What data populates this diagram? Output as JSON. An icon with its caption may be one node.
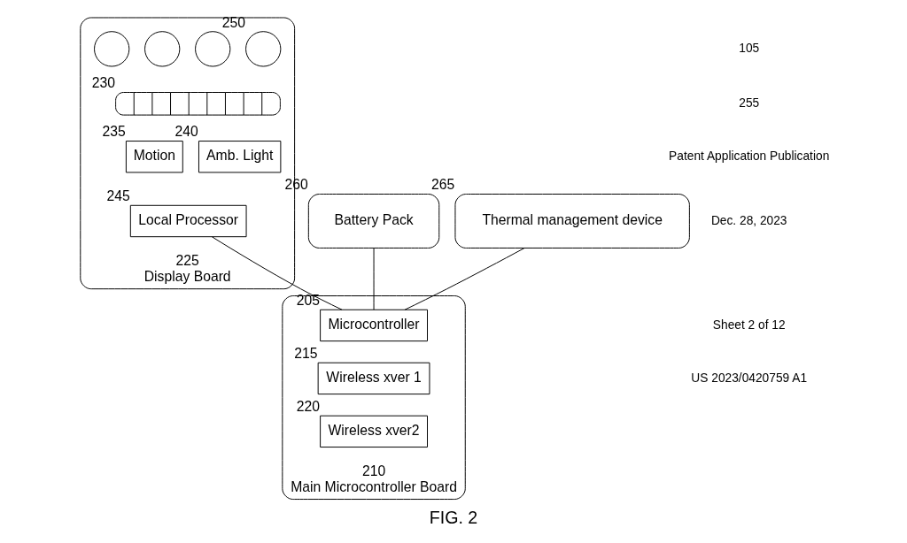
{
  "diagram": {
    "caption": "FIG. 2",
    "nodes": [
      {
        "text": [
          "Display Board"
        ],
        "beside": [
          "225"
        ]
      },
      {
        "text": [],
        "shape": "circle",
        "in": 0,
        "beside": [
          "250"
        ]
      },
      {
        "text": [],
        "shape": "circle",
        "in": 0
      },
      {
        "text": [],
        "shape": "circle",
        "in": 0
      },
      {
        "text": [],
        "shape": "circle",
        "in": 0
      },
      {
        "text": [],
        "shape": "bar",
        "in": 0,
        "beside": [
          "230"
        ]
      },
      {
        "text": [
          "Motion"
        ],
        "in": 0,
        "beside": [
          "235"
        ]
      },
      {
        "text": [
          "Amb. Light"
        ],
        "in": 0,
        "beside": [
          "240"
        ]
      },
      {
        "text": [
          "Local Processor"
        ],
        "in": 0,
        "beside": [
          "245"
        ]
      },
      {
        "text": [
          "Battery Pack"
        ],
        "beside": [
          "260"
        ]
      },
      {
        "text": [
          "Thermal management device"
        ],
        "beside": [
          "265"
        ]
      },
      {
        "text": [
          "Main Microcontroller Board"
        ],
        "beside": [
          "210"
        ]
      },
      {
        "text": [
          "Microcontroller"
        ],
        "in": 11,
        "beside": [
          "205"
        ]
      },
      {
        "text": [
          "Wireless xver 1"
        ],
        "in": 11,
        "beside": [
          "215"
        ]
      },
      {
        "text": [
          "Wireless xver2"
        ],
        "in": 11,
        "beside": [
          "220"
        ]
      }
    ],
    "edges": [
      {
        "from": 8,
        "to": 12,
        "arrow": "none"
      },
      {
        "from": 9,
        "to": 12,
        "arrow": "none"
      },
      {
        "from": 10,
        "to": 12,
        "arrow": "none"
      }
    ],
    "labels": [
      "105",
      "255",
      "Patent Application Publication",
      "Dec. 28, 2023",
      "Sheet 2 of 12",
      "US 2023/0420759 A1"
    ]
  }
}
